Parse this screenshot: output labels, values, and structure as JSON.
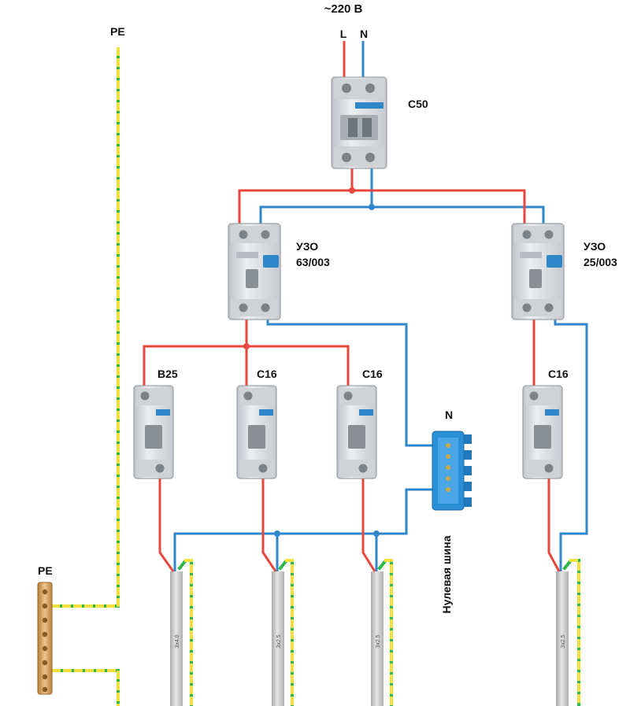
{
  "supply": {
    "voltage": "~220 В",
    "phase": "L",
    "neutral": "N"
  },
  "main_breaker": {
    "label": "C50"
  },
  "rcds": [
    {
      "line1": "УЗО",
      "line2": "63/003"
    },
    {
      "line1": "УЗО",
      "line2": "25/003"
    }
  ],
  "breakers": [
    {
      "label": "B25"
    },
    {
      "label": "C16"
    },
    {
      "label": "C16"
    },
    {
      "label": "C16"
    }
  ],
  "neutral_bus": {
    "label": "N",
    "caption": "Нулевая шина"
  },
  "pe": {
    "top_label": "PE",
    "bus_label": "PE"
  },
  "cables": [
    {
      "marking": "3х4.0"
    },
    {
      "marking": "3х2.5"
    },
    {
      "marking": "3х2.5"
    },
    {
      "marking": "3х2.5"
    }
  ],
  "colors": {
    "phase": "#e8473d",
    "neutral": "#2f86c8",
    "earth_green": "#2db84a",
    "earth_yellow": "#f2e13c",
    "cable": "#c9c9c9",
    "breaker_body": "#e4e6e9",
    "neutral_bus": "#2b8fd6",
    "pe_bus": "#d9a05a"
  }
}
